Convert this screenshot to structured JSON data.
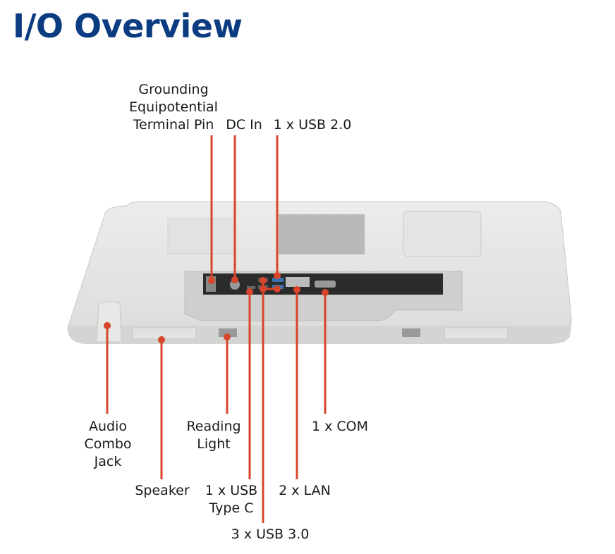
{
  "title": "I/O Overview",
  "labels": {
    "grounding": [
      "Grounding",
      "Equipotential",
      "Terminal Pin"
    ],
    "dc_in": "DC In",
    "usb20": "1 x USB 2.0",
    "audio": [
      "Audio",
      "Combo",
      "Jack"
    ],
    "speaker": "Speaker",
    "reading_light": [
      "Reading",
      "Light"
    ],
    "usb_c": [
      "1 x USB",
      "Type C"
    ],
    "usb30": "3 x USB 3.0",
    "lan": "2 x LAN",
    "com": "1 x COM"
  },
  "colors": {
    "title": "#0b3c82",
    "callout": "#d8452a",
    "device": "#e6e6e4"
  }
}
